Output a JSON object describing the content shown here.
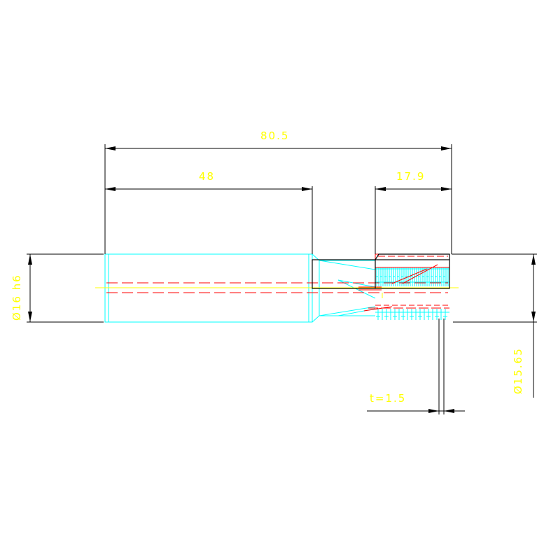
{
  "colors": {
    "background": "#ffffff",
    "dimension_line": "#000000",
    "dimension_text": "#ffff00",
    "part_outline": "#00ffff",
    "hidden_line": "#ff0000",
    "centerline": "#ffff00"
  },
  "dimensions": {
    "overall_length": "80.5",
    "shaft_length": "48",
    "thread_length": "17.9",
    "thread_pitch": "t=1.5",
    "shaft_diameter": "Ø16 h6",
    "thread_diameter": "Ø15.65"
  }
}
